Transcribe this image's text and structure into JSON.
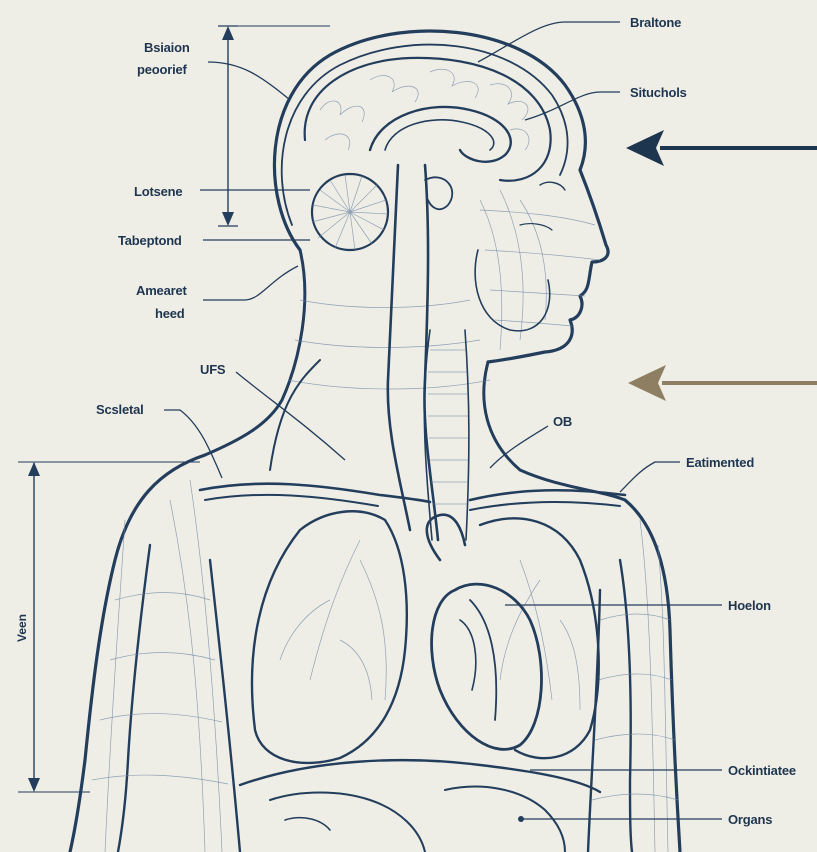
{
  "labels": {
    "brain_top_left_line1": "Bsiaion",
    "brain_top_left_line2": "peoorief",
    "lobe_left": "Lotsene",
    "neck_left": "Tabeptond",
    "neck_left2_line1": "Amearet",
    "neck_left2_line2": "heed",
    "ufs": "UFS",
    "skeletal": "Scsletal",
    "ob": "OB",
    "brain_top_right": "Braltone",
    "brain_right": "Situchols",
    "shoulder_right": "Eatimented",
    "heart_right": "Hoelon",
    "abdomen_right": "Ockintiatee",
    "organs": "Organs",
    "vertical_scale": "Veen"
  },
  "colors": {
    "background": "#efeee6",
    "ink": "#233d5c",
    "arrow_upper": "#1e3550",
    "arrow_lower": "#8f7f62"
  },
  "icons": {
    "upper_arrow": "arrow-left-icon",
    "lower_arrow": "arrow-left-icon"
  }
}
